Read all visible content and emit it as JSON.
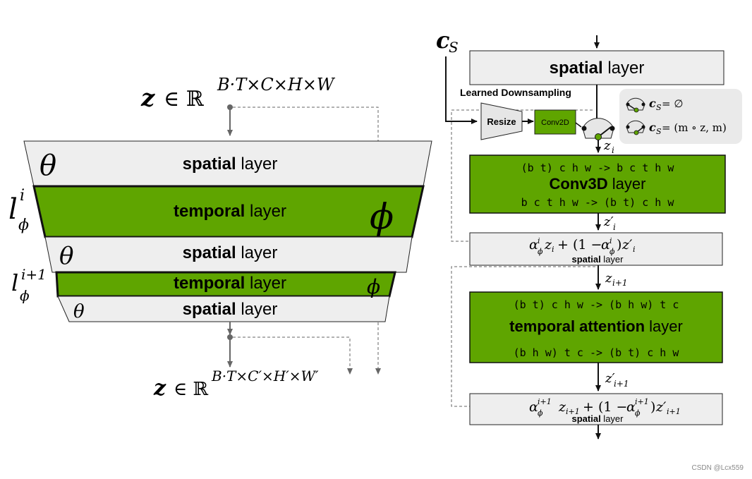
{
  "left": {
    "z_in": {
      "sym": "z",
      "in": "∈ ℝ",
      "sup": "B·T×C×H×W"
    },
    "z_out": {
      "sym": "z",
      "in": "∈ ℝ",
      "sup": "B·T×C′×H′×W′"
    },
    "layers": [
      {
        "bold": "spatial",
        "rest": " layer",
        "tag": "θ"
      },
      {
        "bold": "temporal",
        "rest": " layer",
        "tag": "ϕ"
      },
      {
        "bold": "spatial",
        "rest": " layer",
        "tag": "θ"
      },
      {
        "bold": "temporal",
        "rest": " layer",
        "tag": "ϕ"
      },
      {
        "bold": "spatial",
        "rest": " layer",
        "tag": "θ"
      }
    ],
    "l1": {
      "base": "l",
      "sup": "i",
      "sub": "ϕ"
    },
    "l2": {
      "base": "l",
      "sup": "i+1",
      "sub": "ϕ"
    }
  },
  "right": {
    "cs": {
      "base": "c",
      "sub": "S"
    },
    "spatial_top": {
      "bold": "spatial",
      "rest": " layer"
    },
    "learned_downsampling": "Learned Downsampling",
    "resize": "Resize",
    "conv2d": "Conv2D",
    "legend": {
      "row1": {
        "cs": "c",
        "sub": "S",
        "eq": " = ∅"
      },
      "row2": {
        "cs": "c",
        "sub": "S",
        "eq": " = (m ∘ z, m)"
      }
    },
    "zi": {
      "base": "z",
      "sub": "i"
    },
    "conv3d": {
      "top": "(b t) c h w -> b c t h w",
      "bold": "Conv3D",
      "rest": " layer",
      "bottom": "b c t h w -> (b t) c h w"
    },
    "zi_prime": {
      "base": "z′",
      "sub": "i"
    },
    "blend1": {
      "formula": "α",
      "text": "ϕ z + (1 − α ϕ)z′",
      "caption_bold": "spatial",
      "caption_rest": " layer"
    },
    "zi1": {
      "base": "z",
      "sub": "i+1"
    },
    "tattn": {
      "top": "(b t) c h w -> (b h w) t c",
      "bold": "temporal attention",
      "rest": " layer",
      "bottom": "(b h w) t c -> (b t) c h w"
    },
    "zi1_prime": {
      "base": "z′",
      "sub": "i+1"
    },
    "blend2": {
      "caption_bold": "spatial",
      "caption_rest": " layer"
    }
  },
  "watermark": "CSDN @Lcx559",
  "colors": {
    "green": "#5fa500",
    "gray": "#eeeeee",
    "stroke": "#222222"
  }
}
